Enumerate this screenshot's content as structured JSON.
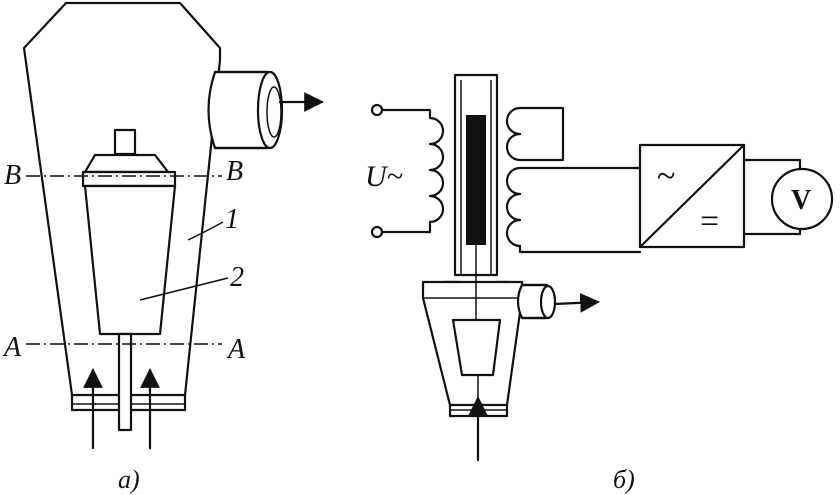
{
  "figure": {
    "left": {
      "tube_number": "1",
      "float_number": "2",
      "section_upper_left": "B",
      "section_upper_right": "B",
      "section_lower_left": "A",
      "section_lower_right": "A",
      "caption": "а)"
    },
    "right": {
      "voltage_label": "U~",
      "converter_ac_symbol": "~",
      "converter_dc_symbol": "=",
      "meter_symbol": "V",
      "caption": "б)"
    }
  }
}
